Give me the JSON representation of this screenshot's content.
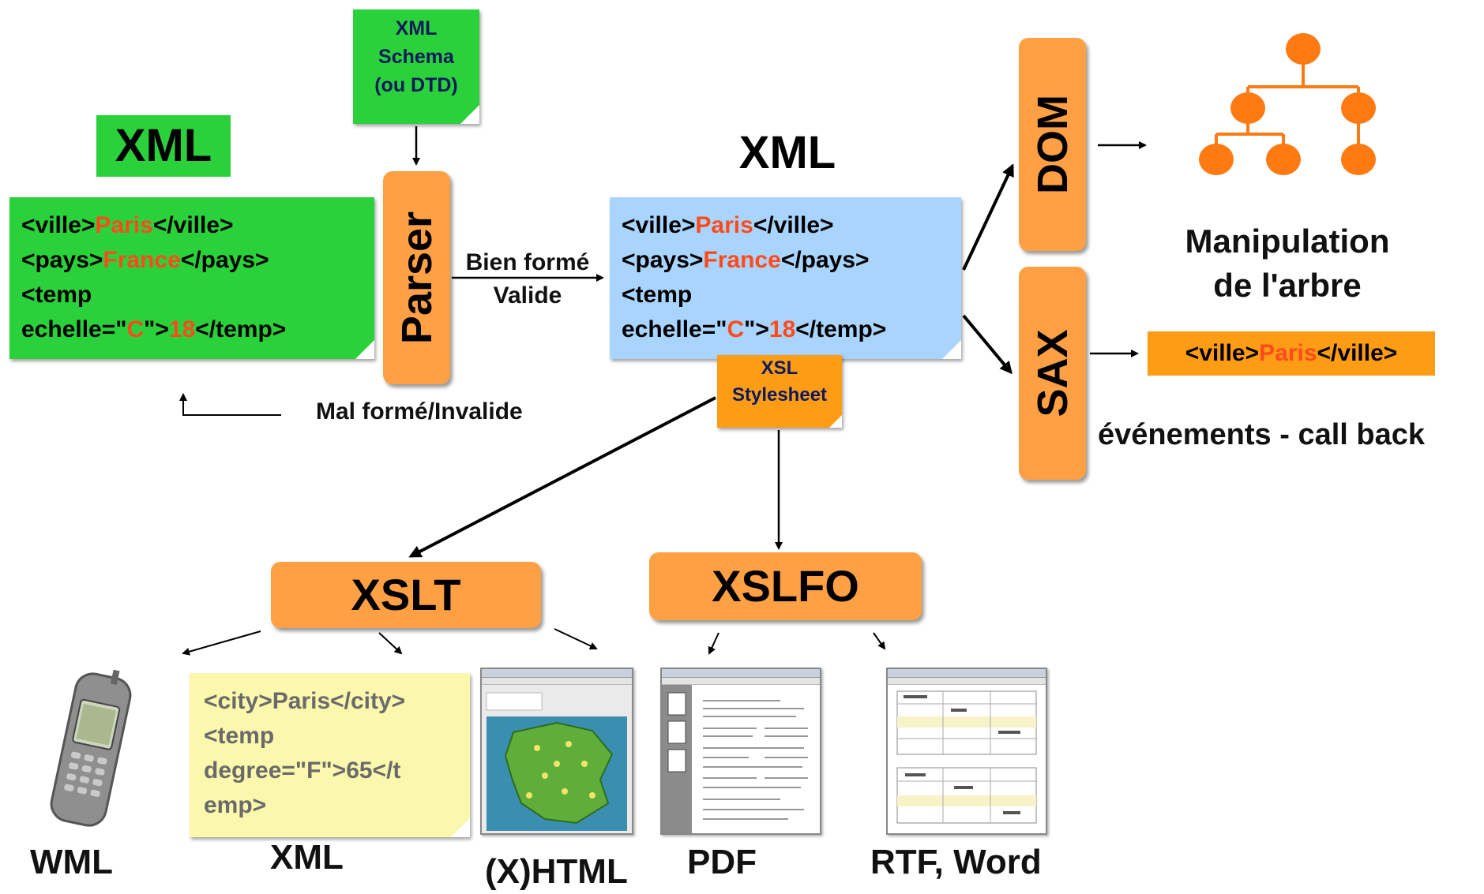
{
  "source_xml": {
    "title": "XML",
    "lines": [
      {
        "pre": "<ville>",
        "val": "Paris",
        "post": "</ville>"
      },
      {
        "pre": "<pays>",
        "val": "France",
        "post": "</pays>"
      },
      {
        "pre": "<temp",
        "val": "",
        "post": ""
      },
      {
        "pre": "echelle=\"",
        "val": "C",
        "post": "\">",
        "val2": "18",
        "post2": "</temp>"
      }
    ]
  },
  "schema_note": {
    "line1": "XML",
    "line2": "Schema",
    "line3": "(ou DTD)"
  },
  "parser_label": "Parser",
  "parse_result": {
    "line1": "Bien formé",
    "line2": "Valide"
  },
  "error_label": "Mal formé/Invalide",
  "result_xml": {
    "title": "XML",
    "lines": [
      {
        "pre": "<ville>",
        "val": "Paris",
        "post": "</ville>"
      },
      {
        "pre": "<pays>",
        "val": "France",
        "post": "</pays>"
      },
      {
        "pre": "<temp",
        "val": "",
        "post": ""
      },
      {
        "pre": "echelle=\"",
        "val": "C",
        "post": "\">",
        "val2": "18",
        "post2": "</temp>"
      }
    ]
  },
  "xsl_note": {
    "line1": "XSL",
    "line2": "Stylesheet"
  },
  "dom_label": "DOM",
  "sax_label": "SAX",
  "manipulation": {
    "line1": "Manipulation",
    "line2": "de l'arbre"
  },
  "sax_event": {
    "pre": "<ville>",
    "val": "Paris",
    "post": "</ville>"
  },
  "events_label": "événements - call back",
  "xslt_label": "XSLT",
  "xslfo_label": "XSLFO",
  "xml_output_note": {
    "lines": [
      "<city>Paris</city>",
      "<temp",
      "degree=\"F\">65</t",
      "emp>"
    ]
  },
  "outputs": {
    "wml": "WML",
    "xml": "XML",
    "xhtml": "(X)HTML",
    "pdf": "PDF",
    "rtf": "RTF, Word"
  },
  "colors": {
    "green": "#2bd13a",
    "blue": "#a9d4fd",
    "orange_pill": "#ffa044",
    "orange_note": "#ff9c15",
    "highlight": "#ff4a1c",
    "tree_node": "#ff7a12",
    "yellow": "#fbf7ad"
  }
}
